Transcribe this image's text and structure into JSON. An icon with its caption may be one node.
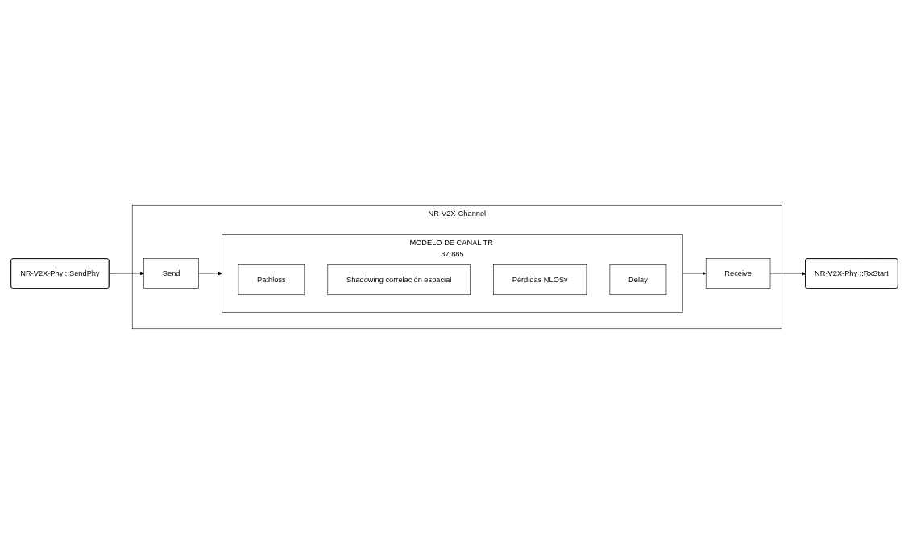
{
  "diagram": {
    "nodes": [
      {
        "text": [
          "NR-V2X-Phy ::SendPhy"
        ]
      },
      {
        "text": [
          "NR-V2X-Phy ::RxStart"
        ]
      },
      {
        "text": [
          "NR-V2X-Channel"
        ]
      },
      {
        "text": [
          "Send"
        ],
        "in": 2
      },
      {
        "text": [
          "MODELO DE CANAL TR 37.885"
        ],
        "in": 2
      },
      {
        "text": [
          "Pathloss"
        ],
        "in": 4
      },
      {
        "text": [
          "Shadowing correlación espacial"
        ],
        "in": 4
      },
      {
        "text": [
          "Pérdidas NLOSv"
        ],
        "in": 4
      },
      {
        "text": [
          "Delay"
        ],
        "in": 4
      },
      {
        "text": [
          "Receive"
        ],
        "in": 2
      }
    ],
    "edges": [
      {
        "from": 0,
        "to": 3,
        "arrow": "to"
      },
      {
        "from": 3,
        "to": 4,
        "arrow": "to"
      },
      {
        "from": 4,
        "to": 9,
        "arrow": "to"
      },
      {
        "from": 9,
        "to": 1,
        "arrow": "to"
      }
    ]
  }
}
